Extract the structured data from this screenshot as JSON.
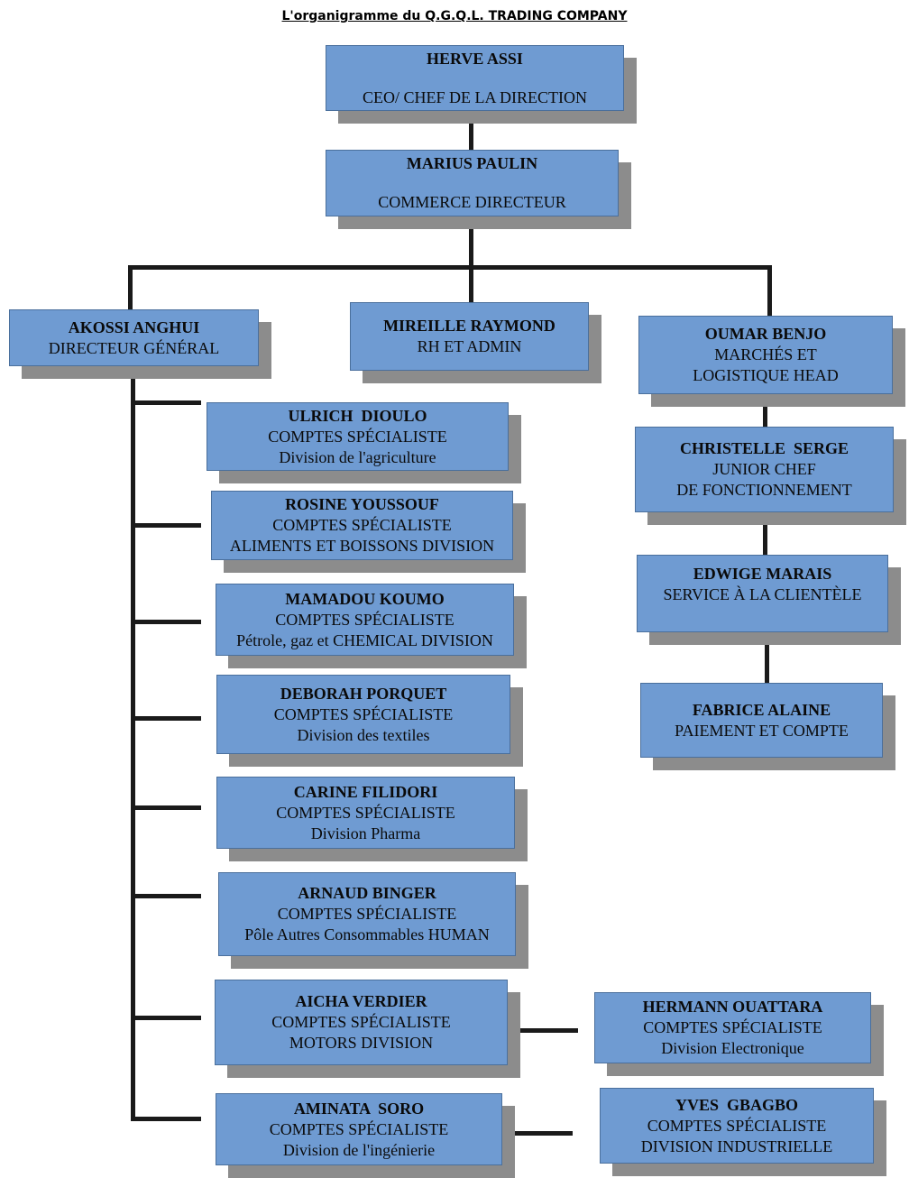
{
  "title": "L'organigramme du Q.G.Q.L. TRADING COMPANY ",
  "ceo": {
    "name": "HERVE ASSI",
    "role": "CEO/ CHEF DE LA DIRECTION"
  },
  "commerce": {
    "name": "MARIUS PAULIN",
    "role": "COMMERCE DIRECTEUR"
  },
  "dg": {
    "name": "AKOSSI ANGHUI",
    "role": "DIRECTEUR GÉNÉRAL"
  },
  "rh": {
    "name": "MIREILLE RAYMOND",
    "role": "RH ET ADMIN"
  },
  "logistics": {
    "name": "OUMAR BENJO",
    "line1": "MARCHÉS ET",
    "line2": "LOGISTIQUE HEAD"
  },
  "right_chain": [
    {
      "name": "CHRISTELLE  SERGE",
      "line1": "JUNIOR CHEF",
      "line2": "DE FONCTIONNEMENT"
    },
    {
      "name": "EDWIGE MARAIS",
      "line1": "SERVICE À LA CLIENTÈLE"
    },
    {
      "name": "FABRICE ALAINE",
      "line1": "PAIEMENT ET COMPTE"
    }
  ],
  "specialists": [
    {
      "name": "ULRICH  DIOULO",
      "role": "COMPTES SPÉCIALISTE",
      "division": "Division de l'agriculture"
    },
    {
      "name": "ROSINE YOUSSOUF",
      "role": "COMPTES SPÉCIALISTE",
      "division": "ALIMENTS ET BOISSONS DIVISION"
    },
    {
      "name": "MAMADOU KOUMO",
      "role": "COMPTES SPÉCIALISTE",
      "division": "Pétrole, gaz et CHEMICAL DIVISION"
    },
    {
      "name": "DEBORAH PORQUET",
      "role": "COMPTES SPÉCIALISTE",
      "division": "Division des textiles"
    },
    {
      "name": "CARINE FILIDORI",
      "role": "COMPTES SPÉCIALISTE",
      "division": "Division Pharma"
    },
    {
      "name": "ARNAUD BINGER",
      "role": "COMPTES SPÉCIALISTE",
      "division": "Pôle Autres Consommables HUMAN"
    },
    {
      "name": "AICHA VERDIER",
      "role": "COMPTES SPÉCIALISTE",
      "division": "MOTORS DIVISION"
    },
    {
      "name": "AMINATA  SORO",
      "role": "COMPTES SPÉCIALISTE",
      "division": "Division de l'ingénierie"
    }
  ],
  "side_specialists": [
    {
      "name": "HERMANN OUATTARA",
      "role": "COMPTES SPÉCIALISTE",
      "division": "Division Electronique"
    },
    {
      "name": "YVES  GBAGBO",
      "role": "COMPTES SPÉCIALISTE",
      "division": "DIVISION INDUSTRIELLE"
    }
  ],
  "colors": {
    "box_fill": "#6f9bd2",
    "box_shadow": "#8c8c8c",
    "connector": "#1a1a1a"
  }
}
